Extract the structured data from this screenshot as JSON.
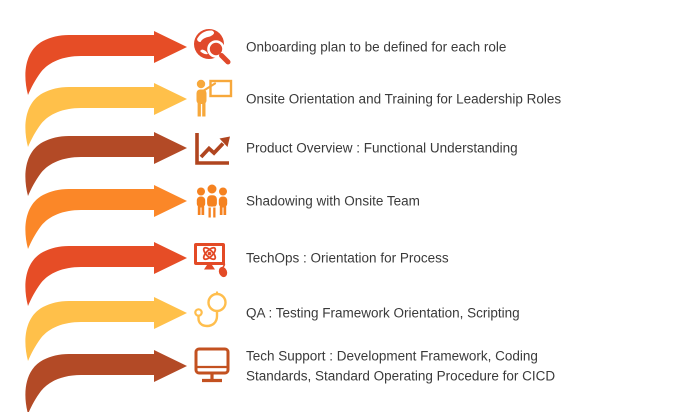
{
  "diagram": {
    "background": "#ffffff",
    "text_color": "#3a3a3a",
    "rows": [
      {
        "label": "Onboarding plan to be defined for each role",
        "icon": "globe-search-icon",
        "arrow_color": "#E64D26",
        "icon_color": "#E0492B"
      },
      {
        "label": "Onsite Orientation and Training for Leadership Roles",
        "icon": "presenter-whiteboard-icon",
        "arrow_color": "#FFC04A",
        "icon_color": "#F7A83B"
      },
      {
        "label": "Product Overview : Functional Understanding",
        "icon": "growth-chart-icon",
        "arrow_color": "#B34A26",
        "icon_color": "#B0451F"
      },
      {
        "label": "Shadowing with Onsite Team",
        "icon": "team-icon",
        "arrow_color": "#FB8728",
        "icon_color": "#F58220"
      },
      {
        "label": "TechOps : Orientation for Process",
        "icon": "techops-monitor-icon",
        "arrow_color": "#E64D26",
        "icon_color": "#E34A26"
      },
      {
        "label": "QA : Testing Framework Orientation, Scripting",
        "icon": "stethoscope-icon",
        "arrow_color": "#FFC04A",
        "icon_color": "#FFBE4D"
      },
      {
        "label": "Tech Support : Development Framework, Coding\nStandards, Standard Operating Procedure for CICD",
        "icon": "desktop-monitor-icon",
        "arrow_color": "#B34A26",
        "icon_color": "#C35120"
      }
    ]
  }
}
